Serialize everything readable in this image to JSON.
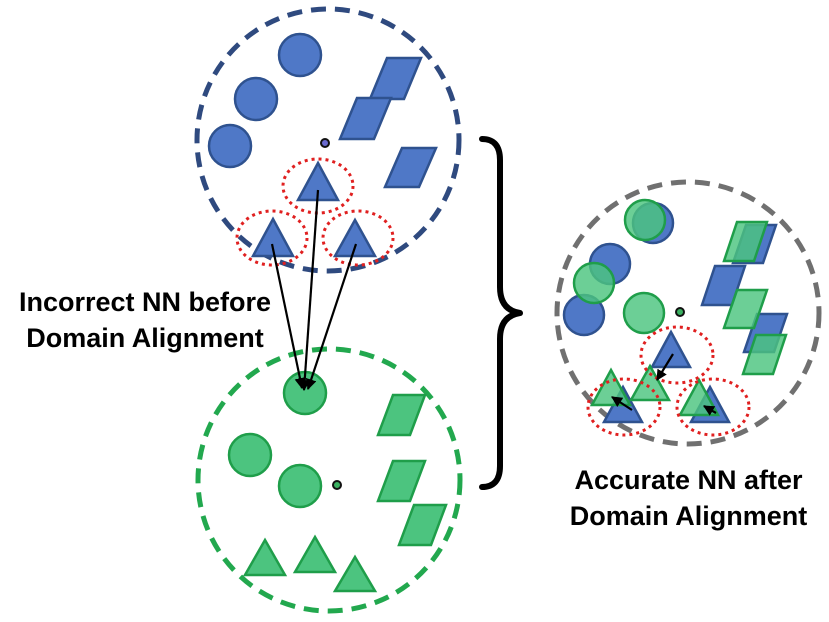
{
  "captions": {
    "before_line1": "Incorrect NN before",
    "before_line2": "Domain Alignment",
    "after_line1": "Accurate NN after",
    "after_line2": "Domain Alignment"
  },
  "colors": {
    "source_fill": "#4f78c7",
    "source_stroke": "#2f528f",
    "target_fill": "#4cc47f",
    "target_stroke": "#1f9e4a",
    "source_domain_border": "#2f4a7f",
    "target_domain_border": "#22a84e",
    "aligned_domain_border": "#707070",
    "neighborhood": "#e02020",
    "arrow": "#000000"
  },
  "icons": {
    "center": "centroid-dot-icon",
    "brace": "curly-brace-icon"
  }
}
